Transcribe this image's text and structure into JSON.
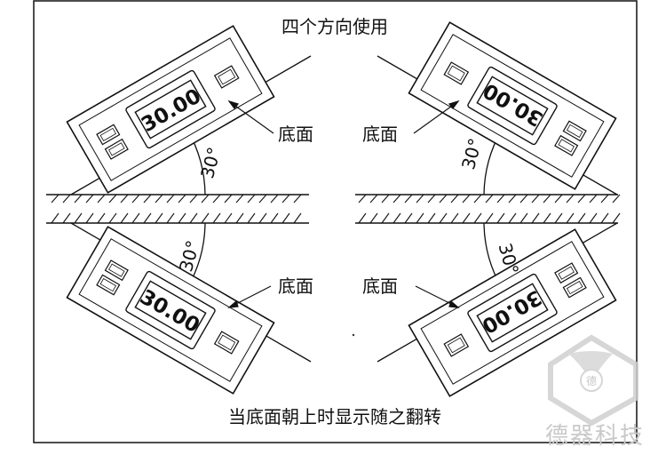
{
  "title": "四个方向使用",
  "caption": "当底面朝上时显示随之翻转",
  "bottom_label": "底面",
  "angle_label": "30°",
  "display_value": "30.00",
  "watermark": {
    "seal_char": "德",
    "brand": "德器科技"
  },
  "colors": {
    "line": "#111111",
    "watermark": "#c9c9c9"
  }
}
